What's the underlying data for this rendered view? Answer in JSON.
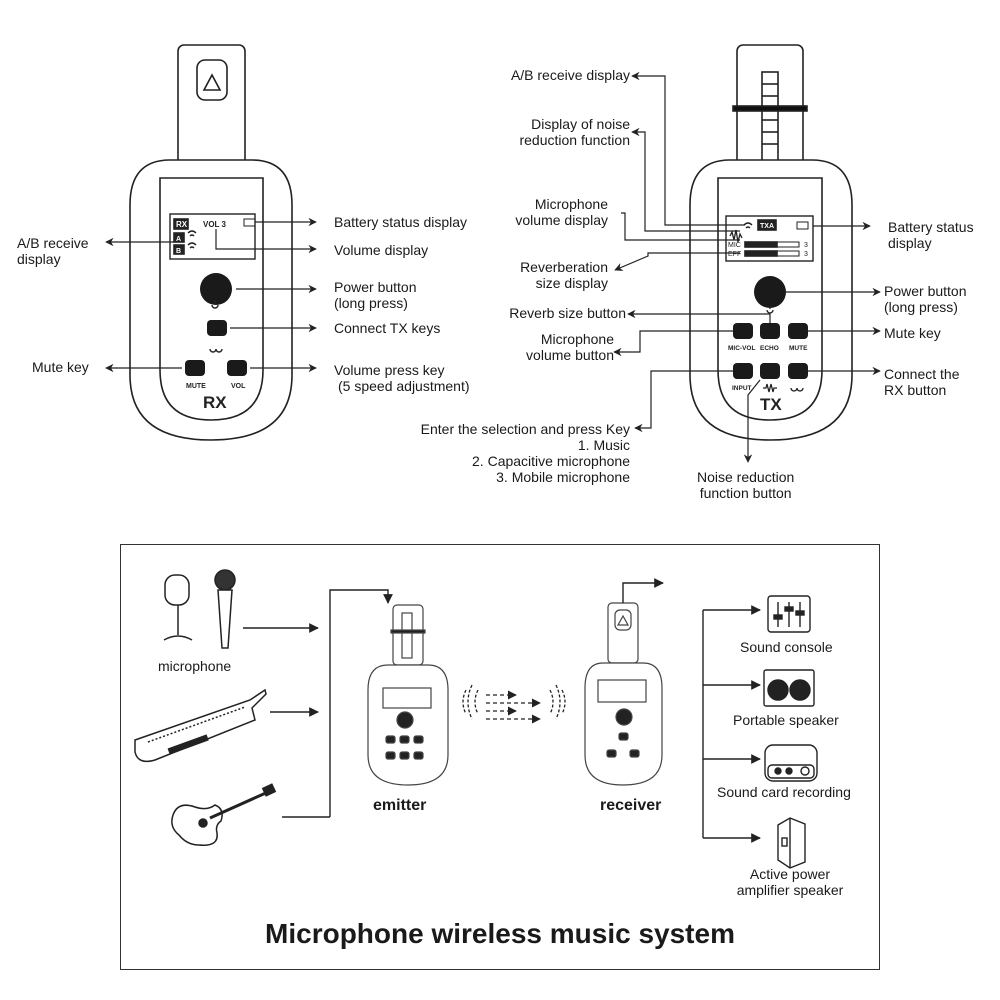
{
  "rx_device": {
    "name": "RX",
    "screen": {
      "badge": "RX",
      "volume": "VOL 3",
      "channel_a": "A",
      "channel_b": "B"
    },
    "buttons": {
      "mute": "MUTE",
      "vol": "VOL"
    }
  },
  "rx_callouts": {
    "ab_receive_1": "A/B receive",
    "ab_receive_2": "display",
    "battery": "Battery status display",
    "volume": "Volume display",
    "power_1": "Power button",
    "power_2": "(long press)",
    "connect": "Connect TX keys",
    "mute": "Mute key",
    "vol_press_1": "Volume press key",
    "vol_press_2": "(5 speed adjustment)"
  },
  "tx_device": {
    "name": "TX",
    "screen": {
      "badge": "TXA",
      "mic_label": "MIC",
      "eff_label": "EFF",
      "mic_value": "3",
      "eff_value": "3"
    },
    "buttons": {
      "mic_vol": "MIC-VOL",
      "echo": "ECHO",
      "mute": "MUTE",
      "input": "INPUT"
    }
  },
  "tx_callouts": {
    "ab_receive": "A/B receive display",
    "noise_display_1": "Display of noise",
    "noise_display_2": "reduction function",
    "mic_vol_display_1": "Microphone",
    "mic_vol_display_2": "volume display",
    "reverb_display_1": "Reverberation",
    "reverb_display_2": "size display",
    "reverb_button": "Reverb size button",
    "mic_vol_button_1": "Microphone",
    "mic_vol_button_2": "volume button",
    "battery_1": "Battery status",
    "battery_2": "display",
    "power_1": "Power button",
    "power_2": "(long press)",
    "mute": "Mute key",
    "connect_1": "Connect the",
    "connect_2": "RX button",
    "input_1": "Enter the selection and press Key",
    "input_2": "1. Music",
    "input_3": "2. Capacitive microphone",
    "input_4": "3. Mobile microphone",
    "noise_button_1": "Noise reduction",
    "noise_button_2": "function button"
  },
  "system_diagram": {
    "title": "Microphone wireless music system",
    "inputs": {
      "microphone": "microphone"
    },
    "emitter": "emitter",
    "receiver": "receiver",
    "outputs": {
      "console": "Sound console",
      "portable": "Portable speaker",
      "soundcard": "Sound card recording",
      "active_1": "Active power",
      "active_2": "amplifier speaker"
    }
  }
}
